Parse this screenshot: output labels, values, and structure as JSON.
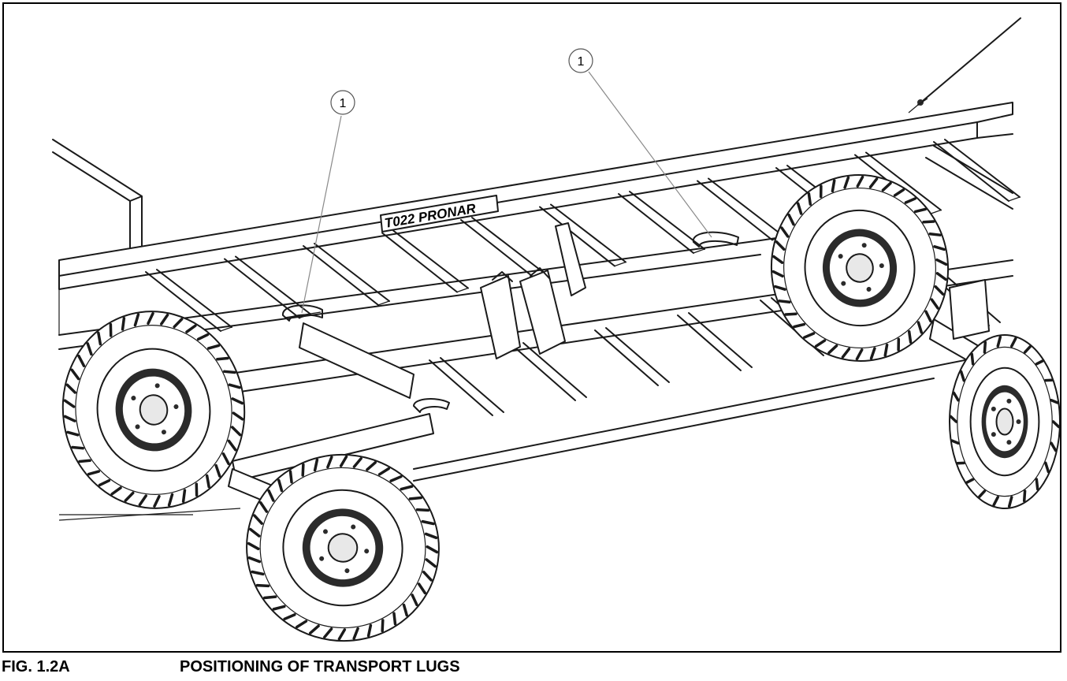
{
  "figure": {
    "number": "FIG. 1.2A",
    "title": "POSITIONING OF TRANSPORT LUGS"
  },
  "drawing": {
    "nameplate_text": "T022 PRONAR",
    "callouts": [
      {
        "label": "1"
      },
      {
        "label": "1"
      }
    ],
    "icon": "technical-line-drawing"
  }
}
